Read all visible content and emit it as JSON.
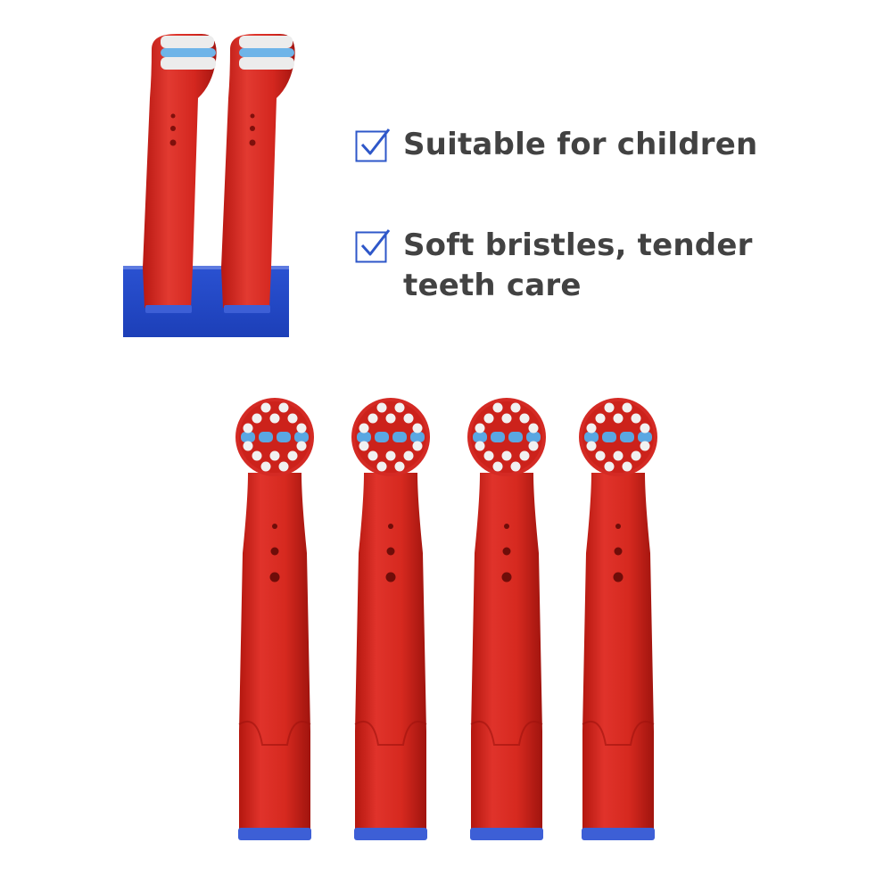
{
  "features": [
    {
      "icon": "checkbox-checked-icon",
      "text": "Suitable for children"
    },
    {
      "icon": "checkbox-checked-icon",
      "text": "Soft bristles, tender teeth care"
    }
  ],
  "product": {
    "name": "toothbrush-replacement-head",
    "count_shown_large": 4,
    "count_shown_inset": 2,
    "colors": {
      "handle": "#d42a24",
      "handle_dark": "#a51712",
      "base_ring": "#3d5fd6",
      "bristle_white": "#f1f1f1",
      "bristle_blue": "#5aa7e2",
      "stand_blue": "#2046c9",
      "check_blue": "#2e57c9",
      "text": "#424242"
    }
  }
}
